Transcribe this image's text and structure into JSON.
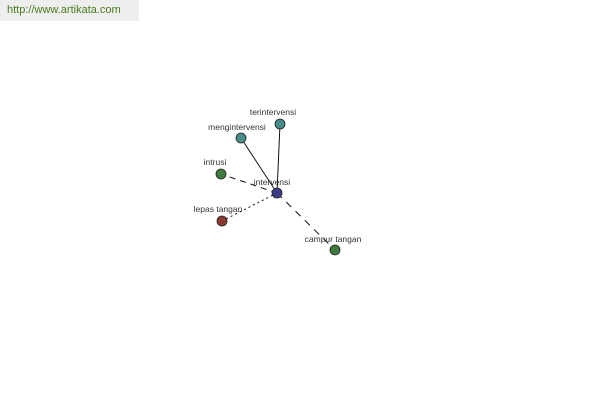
{
  "header": {
    "url": "http://www.artikata.com"
  },
  "graph": {
    "center": {
      "id": "intervensi",
      "label": "intervensi",
      "color": "#3b3c8a"
    },
    "nodes": [
      {
        "id": "terintervensi",
        "label": "terintervensi",
        "color": "#4a8a8a",
        "edge_style": "solid"
      },
      {
        "id": "mengintervensi",
        "label": "mengintervensi",
        "color": "#4a8a8a",
        "edge_style": "solid"
      },
      {
        "id": "intrusi",
        "label": "intrusi",
        "color": "#3f7a3f",
        "edge_style": "dashed"
      },
      {
        "id": "lepas-tangan",
        "label": "lepas tangan",
        "color": "#8a3a32",
        "edge_style": "dotted"
      },
      {
        "id": "campur-tangan",
        "label": "campur tangan",
        "color": "#3f7a3f",
        "edge_style": "dashed"
      }
    ]
  }
}
